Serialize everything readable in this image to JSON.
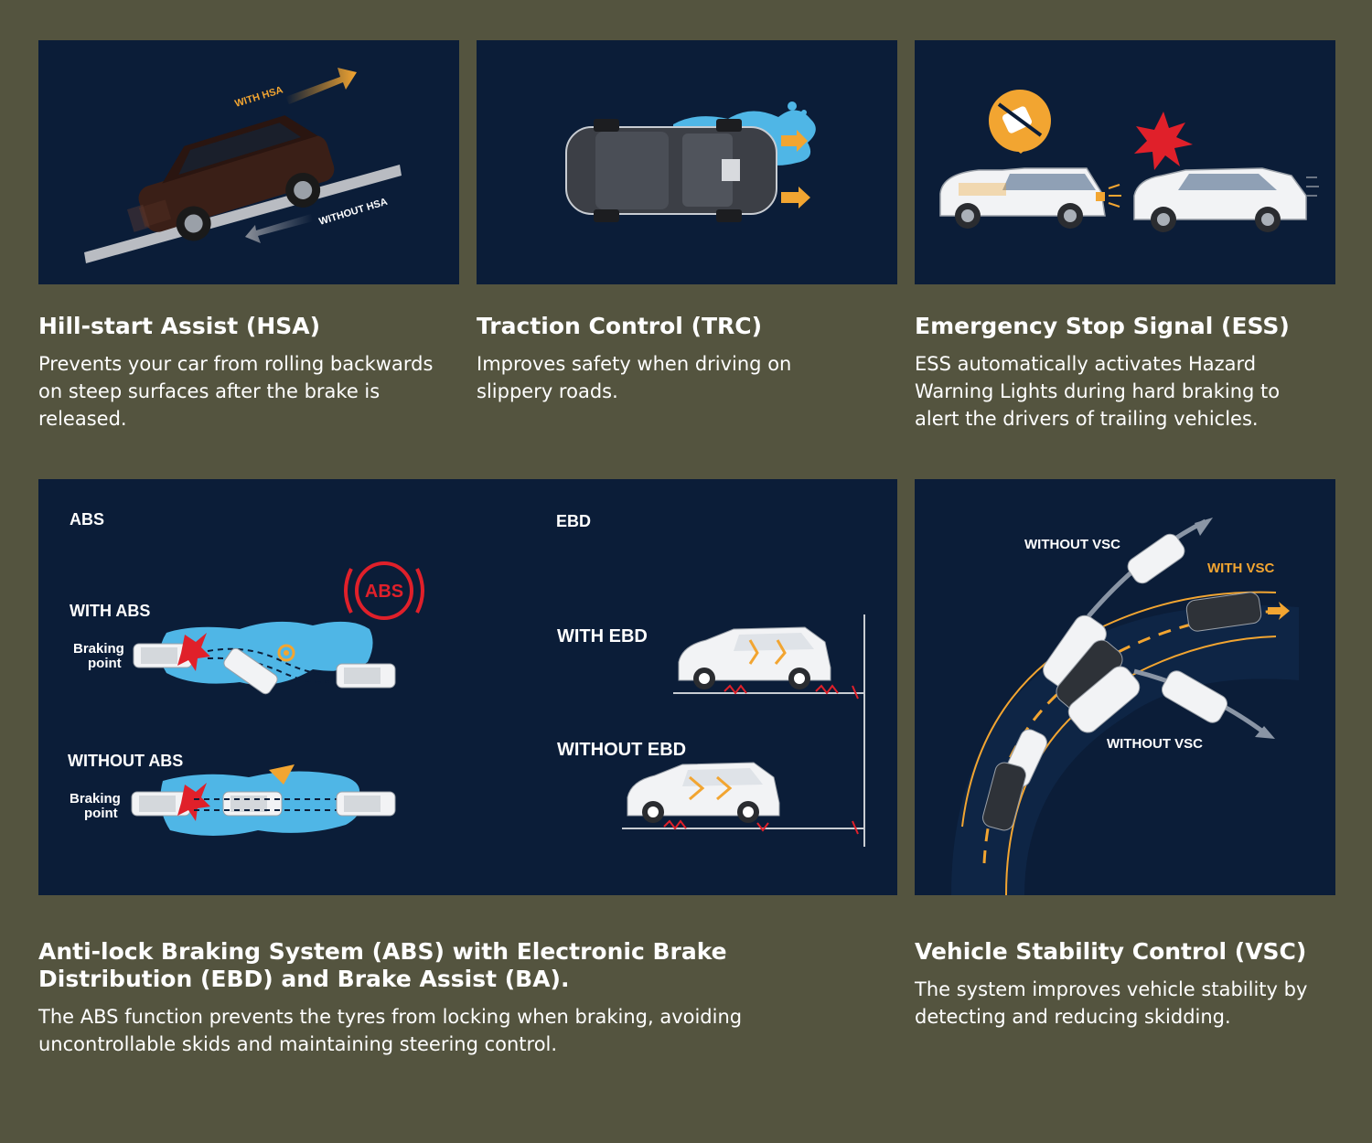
{
  "cards": {
    "hsa": {
      "title": "Hill-start Assist (HSA)",
      "description": "Prevents your car from rolling backwards on steep surfaces after the brake is released.",
      "labels": {
        "with": "WITH HSA",
        "without": "WITHOUT HSA"
      }
    },
    "trc": {
      "title": "Traction Control (TRC)",
      "description": "Improves safety when driving on slippery roads."
    },
    "ess": {
      "title": "Emergency Stop Signal (ESS)",
      "description": "ESS automatically activates Hazard Warning Lights during hard braking to alert the drivers of trailing vehicles."
    },
    "abs": {
      "title": "Anti-lock Braking System (ABS) with Electronic Brake Distribution (EBD) and Brake Assist (BA).",
      "description": "The ABS function prevents the tyres from locking when braking, avoiding uncontrollable skids and maintaining steering control.",
      "labels": {
        "abs_heading": "ABS",
        "with_abs": "WITH ABS",
        "without_abs": "WITHOUT ABS",
        "braking_line1": "Braking",
        "braking_line2": "point",
        "abs_badge": "ABS",
        "ebd_heading": "EBD",
        "with_ebd": "WITH EBD",
        "without_ebd": "WITHOUT EBD"
      }
    },
    "vsc": {
      "title": "Vehicle Stability Control (VSC)",
      "description": "The system improves vehicle stability by detecting and reducing skidding.",
      "labels": {
        "without_top": "WITHOUT VSC",
        "with": "WITH VSC",
        "without_bottom": "WITHOUT VSC"
      }
    }
  },
  "colors": {
    "page_background": "#54543f",
    "panel_background": "#0b1d38",
    "accent_orange": "#f2a531",
    "warning_red": "#e0202a",
    "water_blue": "#4fb6e6"
  },
  "icons": [
    "seatbelt-icon",
    "warning-burst-icon",
    "abs-warning-icon"
  ]
}
